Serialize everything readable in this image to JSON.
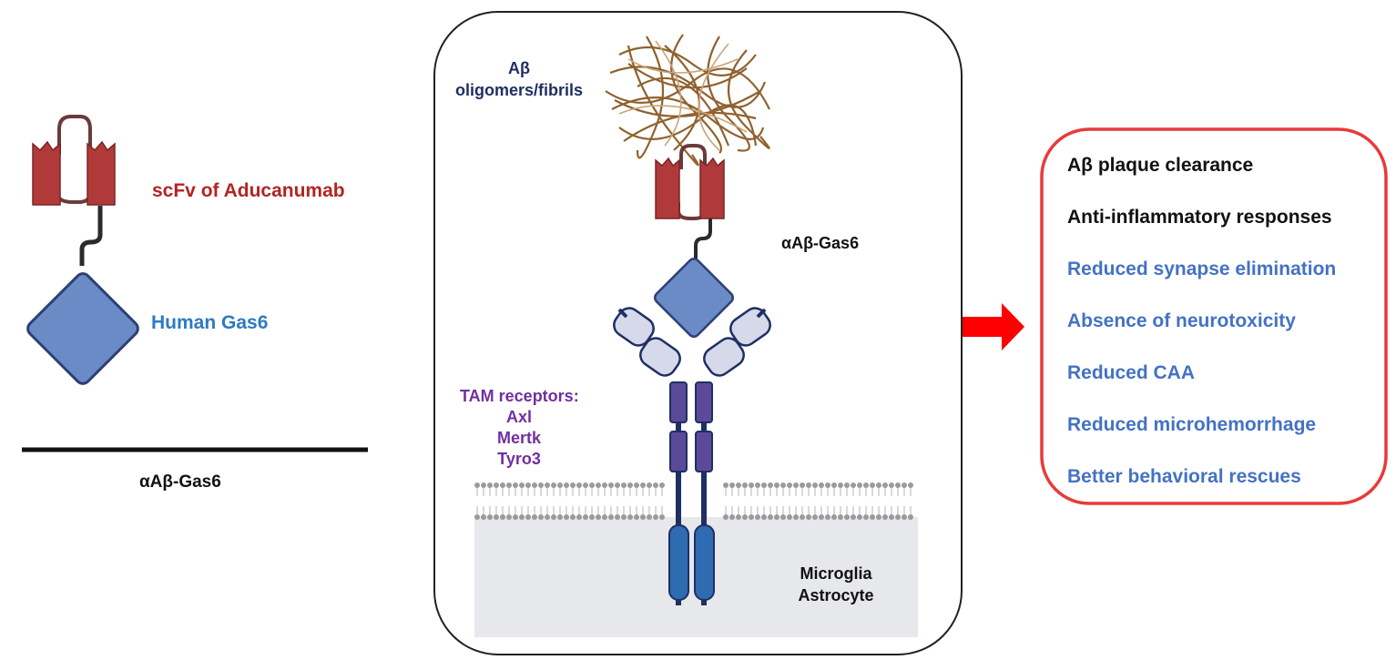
{
  "left_panel": {
    "scfv_label": "scFv of Aducanumab",
    "gas6_label": "Human Gas6",
    "construct_name": "αAβ-Gas6"
  },
  "center_panel": {
    "abeta_label_line1": "Aβ",
    "abeta_label_line2": "oligomers/fibrils",
    "construct_name": "αAβ-Gas6",
    "tam_title": "TAM receptors:",
    "tam_receptors": [
      "Axl",
      "Mertk",
      "Tyro3"
    ],
    "cell_line1": "Microglia",
    "cell_line2": "Astrocyte"
  },
  "outcomes": [
    {
      "text": "Aβ plaque clearance",
      "color": "#111111"
    },
    {
      "text": "Anti-inflammatory responses",
      "color": "#111111"
    },
    {
      "text": "Reduced synapse elimination",
      "color": "#4472c4"
    },
    {
      "text": "Absence of neurotoxicity",
      "color": "#4472c4"
    },
    {
      "text": "Reduced CAA",
      "color": "#4472c4"
    },
    {
      "text": "Reduced microhemorrhage",
      "color": "#4472c4"
    },
    {
      "text": "Better behavioral rescues",
      "color": "#4472c4"
    }
  ],
  "colors": {
    "scfv": "#b03a3a",
    "gas6": "#6a8bc6",
    "tam": "#7030a0",
    "receptor_domain": "#5b4a9a",
    "receptor_tail": "#2e6bb0",
    "arrow": "#ff0000",
    "outcome_border": "#e83a3a"
  }
}
